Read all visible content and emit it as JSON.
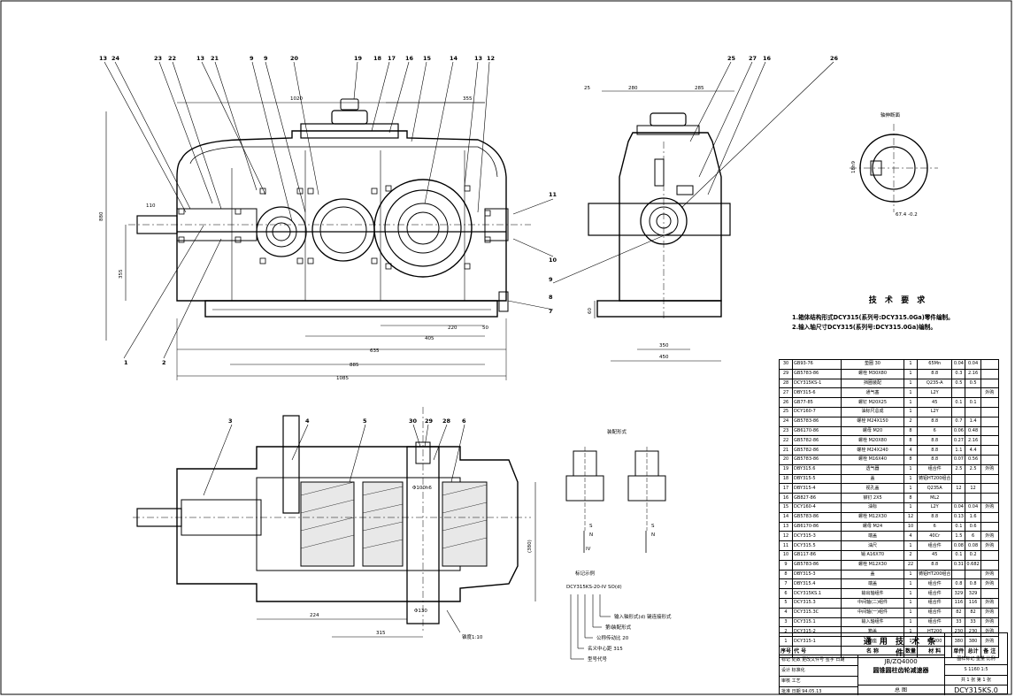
{
  "drawing": {
    "callouts_top": [
      "13",
      "24",
      "23",
      "22",
      "13",
      "21",
      "9",
      "9",
      "20",
      "19",
      "18",
      "17",
      "16",
      "15",
      "14",
      "13",
      "12"
    ],
    "callouts_side": [
      "25",
      "27",
      "16",
      "26"
    ],
    "callouts_right": [
      "11",
      "10",
      "9",
      "8",
      "7"
    ],
    "callouts_bottom_left": [
      "1",
      "2"
    ],
    "callouts_plan_top": [
      "3",
      "4",
      "5",
      "30",
      "29",
      "28",
      "6"
    ],
    "dims_front": [
      "1020",
      "355",
      "110",
      "880",
      "355",
      "405",
      "220",
      "50",
      "635",
      "885",
      "1085"
    ],
    "dims_side": [
      "25",
      "280",
      "285",
      "60",
      "350",
      "450"
    ],
    "dims_plan": [
      "224",
      "315",
      "(380)",
      "Φ100h6",
      "Φ130",
      "锥度1:10"
    ],
    "section_label": "轴伸断面",
    "keyway_dims": [
      "18h9",
      "67.4 -0.2"
    ],
    "assembly_label": "装配形式",
    "assembly_views": [
      "S",
      "N",
      "IV",
      "S",
      "N"
    ],
    "code_label": "标记示例",
    "code_example": "DCY315KS-20-IV SO(d)",
    "code_lines": [
      "输入轴形式(d) 键连接形式",
      "第Ⅰ装配形式",
      "公称传动比 20",
      "名义中心距 315",
      "型号代号"
    ]
  },
  "tech_req": {
    "title": "技 术 要 求",
    "items": [
      "1.箱体结构形式DCY315(系列号:DCY315.0Ga)零件编制。",
      "2.输入轴尺寸DCY315(系列号:DCY315.0Ga)编制。"
    ]
  },
  "bom": {
    "rows": [
      [
        "30",
        "GB93-76",
        "垫圈 30",
        "1",
        "65Mn",
        "0.04",
        "0.04",
        ""
      ],
      [
        "29",
        "GB5783-86",
        "螺栓 M30X80",
        "1",
        "8.8",
        "0.3",
        "2.16",
        ""
      ],
      [
        "28",
        "DCY315KS-1",
        "挡圈装配",
        "1",
        "Q235-A",
        "0.5",
        "0.5",
        ""
      ],
      [
        "27",
        "DBY315-6",
        "通气塞",
        "1",
        "L2Y",
        "",
        "",
        "外购"
      ],
      [
        "26",
        "GB77-85",
        "螺钉 M20X25",
        "1",
        "45",
        "0.1",
        "0.1",
        ""
      ],
      [
        "25",
        "DCY160-7",
        "油标尺总成",
        "1",
        "L2Y",
        "",
        "",
        ""
      ],
      [
        "24",
        "GB5783-86",
        "螺栓 M24X150",
        "2",
        "8.8",
        "0.7",
        "1.4",
        ""
      ],
      [
        "23",
        "GB6170-86",
        "螺母 M20",
        "8",
        "6",
        "0.06",
        "0.48",
        ""
      ],
      [
        "22",
        "GB5782-86",
        "螺栓 M20X80",
        "8",
        "8.8",
        "0.27",
        "2.16",
        ""
      ],
      [
        "21",
        "GB5782-86",
        "螺栓 M24X240",
        "4",
        "8.8",
        "1.1",
        "4.4",
        ""
      ],
      [
        "20",
        "GB5783-86",
        "螺栓 M16X40",
        "8",
        "8.8",
        "0.07",
        "0.56",
        ""
      ],
      [
        "19",
        "DBY315.6",
        "透气器",
        "1",
        "组合件",
        "2.5",
        "2.5",
        "外购"
      ],
      [
        "18",
        "DBY315-5",
        "盖",
        "1",
        "铸铝HT200组合",
        "",
        "",
        ""
      ],
      [
        "17",
        "DBY315-4",
        "视孔盖",
        "1",
        "Q235A",
        "12",
        "12",
        ""
      ],
      [
        "16",
        "GB827-86",
        "铆钉 2X5",
        "8",
        "ML2",
        "",
        "",
        ""
      ],
      [
        "15",
        "DCY160-4",
        "油标",
        "1",
        "L2Y",
        "0.04",
        "0.04",
        "外购"
      ],
      [
        "14",
        "GB5783-86",
        "螺栓 M12X30",
        "12",
        "8.8",
        "0.13",
        "1.6",
        ""
      ],
      [
        "13",
        "GB6170-86",
        "螺母 M24",
        "10",
        "6",
        "0.1",
        "0.6",
        ""
      ],
      [
        "12",
        "DCY315-3",
        "端盖",
        "4",
        "40Cr",
        "1.5",
        "6",
        "外购"
      ],
      [
        "11",
        "DCY315.5",
        "油尺",
        "1",
        "组合件",
        "0.08",
        "0.08",
        "外购"
      ],
      [
        "10",
        "GB117-86",
        "销 A16X70",
        "2",
        "45",
        "0.1",
        "0.2",
        ""
      ],
      [
        "9",
        "GB5783-86",
        "螺栓 M12X30",
        "22",
        "8.8",
        "0.31",
        "0.682",
        ""
      ],
      [
        "8",
        "DBY315-3",
        "盖",
        "1",
        "铸铝HT200组合",
        "",
        "",
        "外购"
      ],
      [
        "7",
        "DBY315.4",
        "端盖",
        "1",
        "组合件",
        "0.8",
        "0.8",
        "外购"
      ],
      [
        "6",
        "DCY315KS.1",
        "输出轴组件",
        "1",
        "组合件",
        "329",
        "329",
        ""
      ],
      [
        "5",
        "DCY315.3",
        "中间轴(二)组件",
        "1",
        "组合件",
        "116",
        "116",
        "外购"
      ],
      [
        "4",
        "DCY315.3C",
        "中间轴(一)组件",
        "1",
        "组合件",
        "82",
        "82",
        "外购"
      ],
      [
        "3",
        "DCY315.1",
        "输入轴组件",
        "1",
        "组合件",
        "33",
        "33",
        "外购"
      ],
      [
        "2",
        "DCY315-2",
        "箱盖",
        "1",
        "HT200",
        "230",
        "230",
        "外购"
      ],
      [
        "1",
        "DCY315-1",
        "箱座",
        "1",
        "HT200",
        "380",
        "380",
        "外购"
      ]
    ],
    "header": [
      "序号",
      "代  号",
      "名  称",
      "数量",
      "材  料",
      "单件",
      "总计",
      "备  注"
    ]
  },
  "title_block": {
    "standard_title": "通 用 技 术 条 件",
    "standard_code": "JB/ZQ4000",
    "product_name": "圆锥圆柱齿轮减速器",
    "set_label": "总  图",
    "drawing_code": "DCY315KS.0",
    "left_rows": [
      "标记 处数 更改文件号 签字 日期",
      "设计 标准化",
      "审核 工艺",
      "批准 日期 94.05.13"
    ],
    "right_rows": [
      "图样标记  重量  比例",
      "S      1160  1:5",
      "共 1 张  第 1 张"
    ]
  }
}
